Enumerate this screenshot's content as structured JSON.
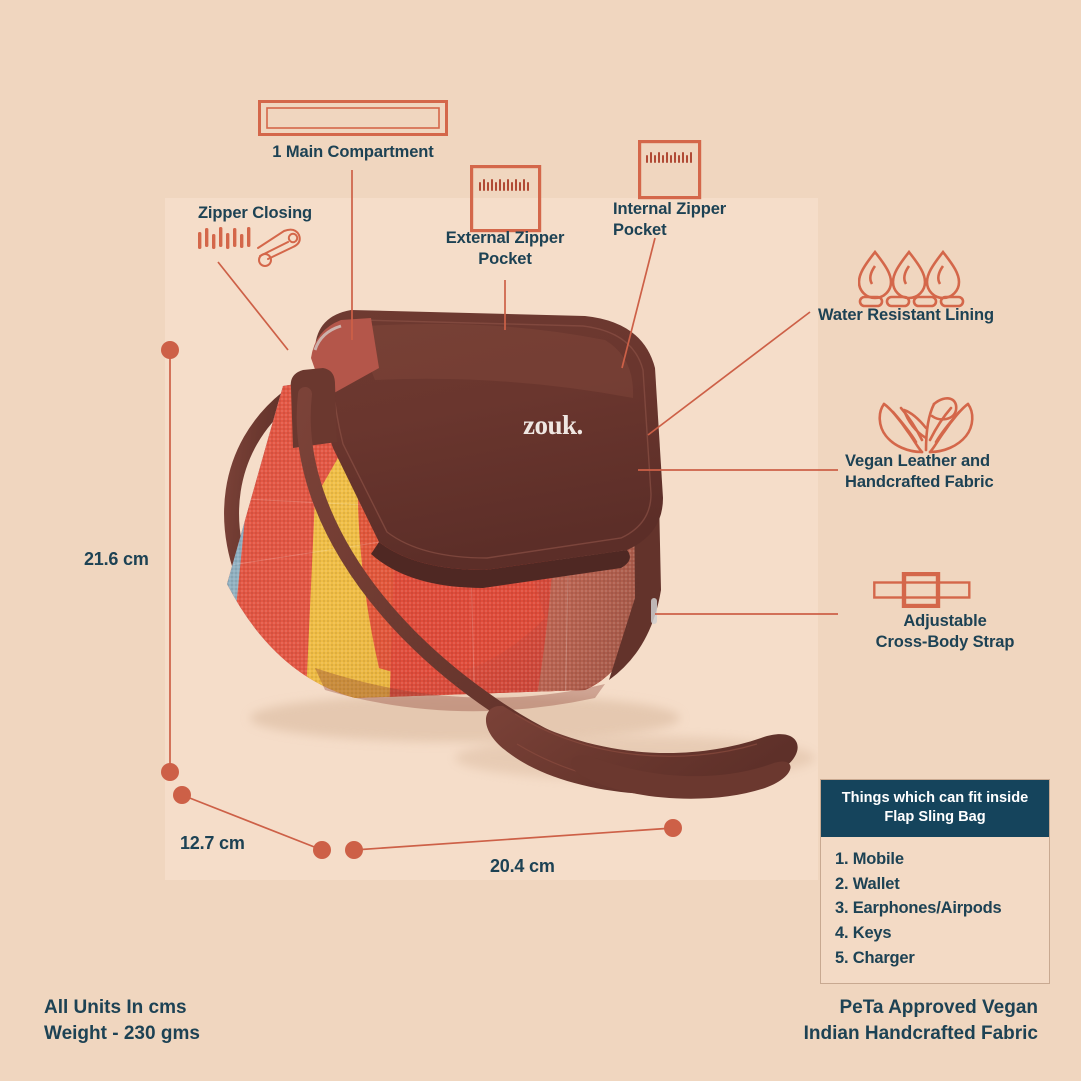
{
  "theme": {
    "background": "#f0d6bf",
    "panel": "#f5ddc9",
    "accent": "#d4674a",
    "text_dark": "#1d4254",
    "box_header_bg": "#15445c",
    "box_body_bg": "#f3dac5",
    "leather_dark": "#6a3a32",
    "leather_mid": "#7e4439"
  },
  "annotations": [
    {
      "id": "main-compartment",
      "label": "1 Main Compartment",
      "icon": "rectangle-outline-icon"
    },
    {
      "id": "zipper-closing",
      "label": "Zipper Closing",
      "icon": "zipper-safety-pin-icon"
    },
    {
      "id": "external-zipper",
      "label": "External Zipper\nPocket",
      "icon": "zipper-square-icon"
    },
    {
      "id": "internal-zipper",
      "label": "Internal Zipper\nPocket",
      "icon": "zipper-square-icon"
    },
    {
      "id": "water-resistant",
      "label": "Water Resistant Lining",
      "icon": "water-droplets-icon"
    },
    {
      "id": "vegan-leather",
      "label": "Vegan Leather and\nHandcrafted Fabric",
      "icon": "hands-leaf-icon"
    },
    {
      "id": "adjustable-strap",
      "label": "Adjustable\nCross-Body Strap",
      "icon": "strap-buckle-icon"
    }
  ],
  "dimensions": {
    "height": "21.6 cm",
    "depth": "12.7 cm",
    "width": "20.4 cm"
  },
  "brand": {
    "logo_text": "zouk."
  },
  "fit_box": {
    "title": "Things which can fit inside\nFlap Sling Bag",
    "items": [
      "1. Mobile",
      "2. Wallet",
      "3. Earphones/Airpods",
      "4. Keys",
      "5. Charger"
    ]
  },
  "footer": {
    "left": "All Units In cms\nWeight - 230 gms",
    "right": "PeTa Approved Vegan\nIndian Handcrafted Fabric"
  }
}
